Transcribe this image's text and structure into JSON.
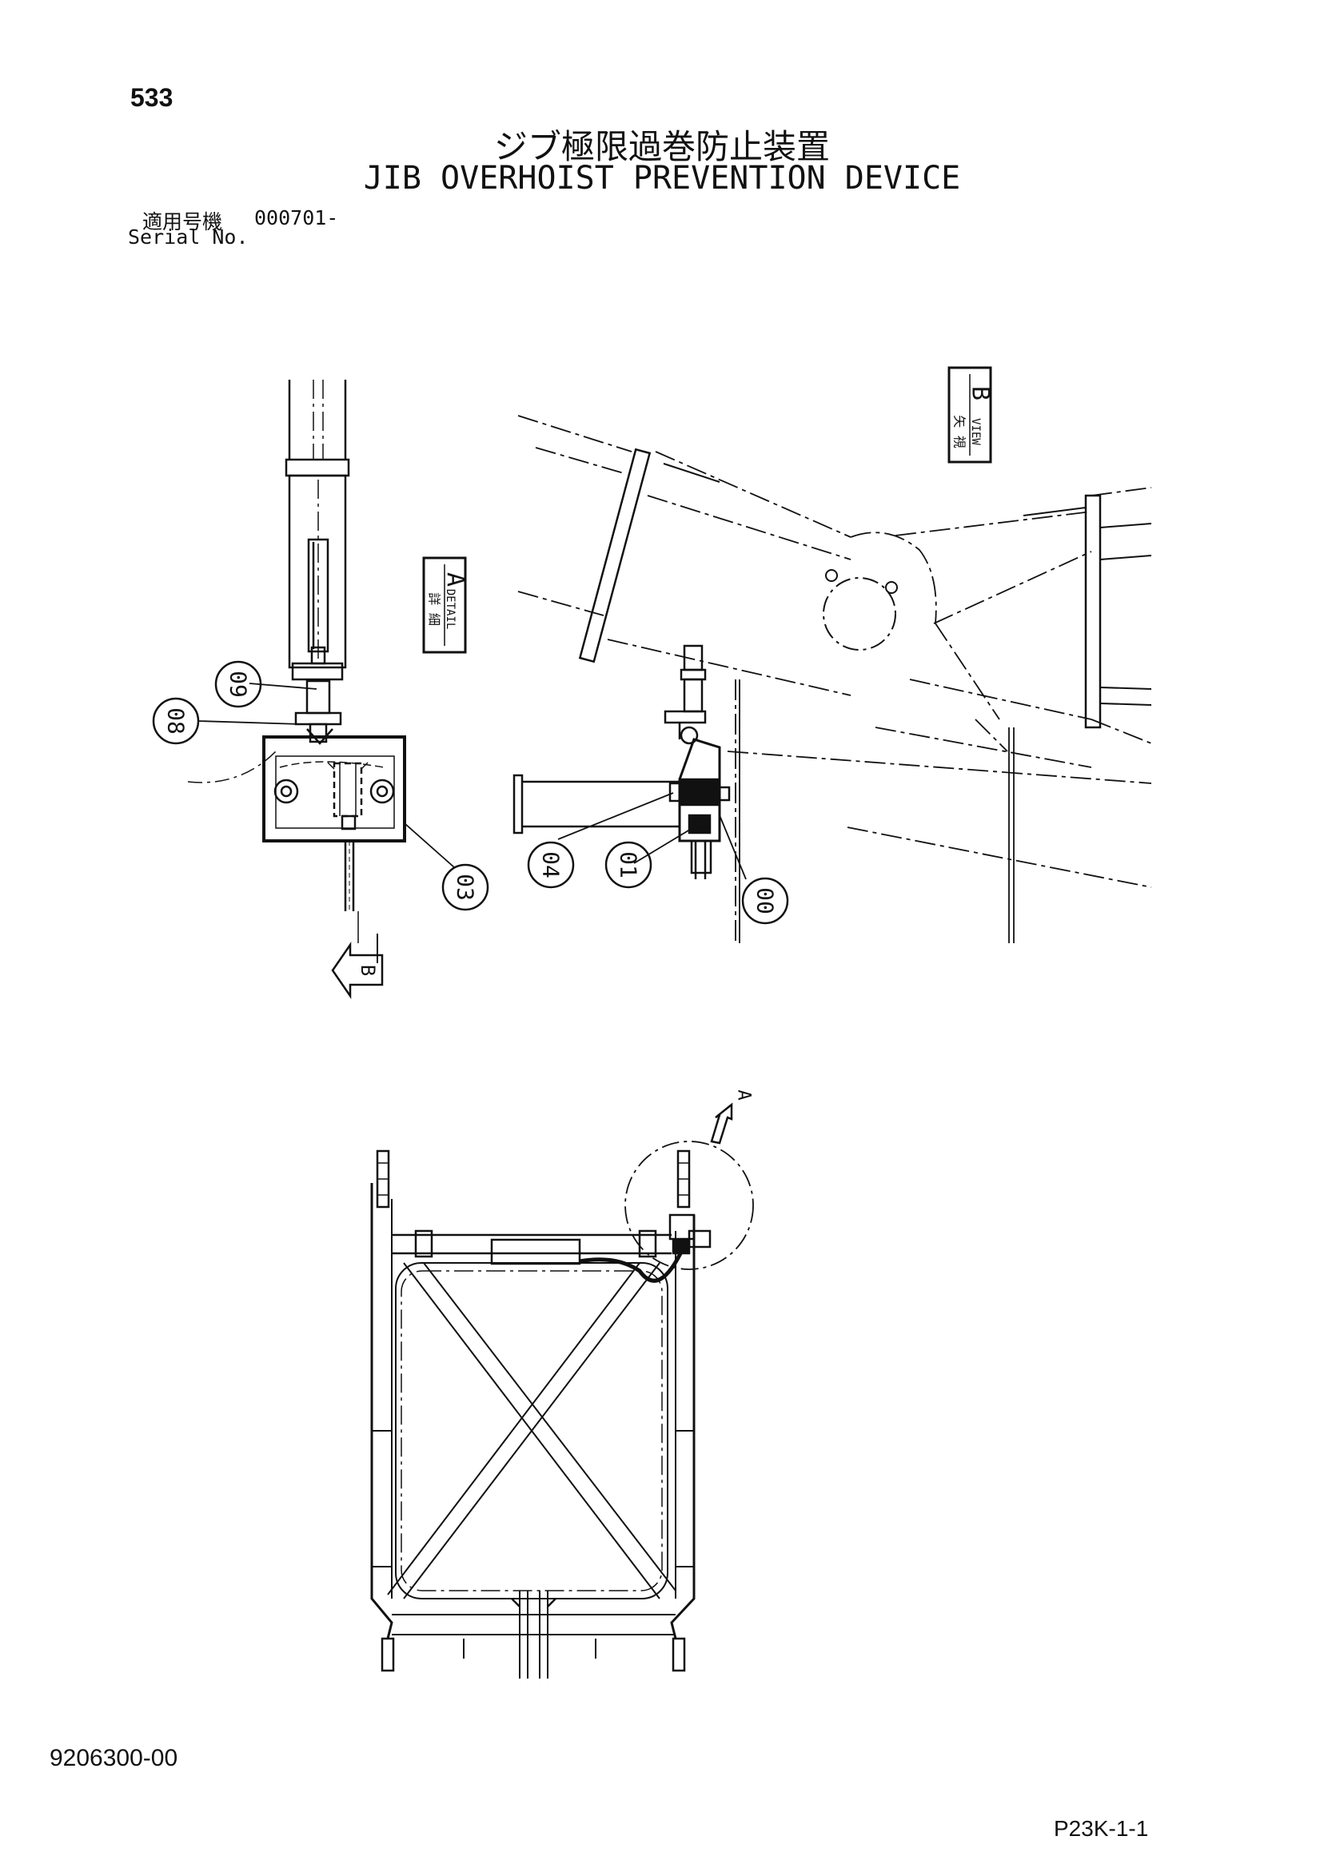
{
  "header": {
    "page_number": "533",
    "title_jp": "ジブ極限過巻防止装置",
    "title_en": "JIB OVERHOIST PREVENTION DEVICE",
    "serial_label_jp": "適用号機",
    "serial_value": "000701-",
    "serial_label_en": "Serial No."
  },
  "views": {
    "detail_a": {
      "label_jp": "詳 細",
      "label_en": "DETAIL",
      "letter": "A"
    },
    "view_b": {
      "label_jp": "矢 視",
      "label_en": "VIEW",
      "letter": "B"
    },
    "arrow_b": "B",
    "arrow_a": "A"
  },
  "callouts": {
    "c09": "09",
    "c08": "08",
    "c03": "03",
    "c04": "04",
    "c01": "01",
    "c00": "00"
  },
  "footer": {
    "drawing_number": "9206300-00",
    "page_code": "P23K-1-1"
  }
}
